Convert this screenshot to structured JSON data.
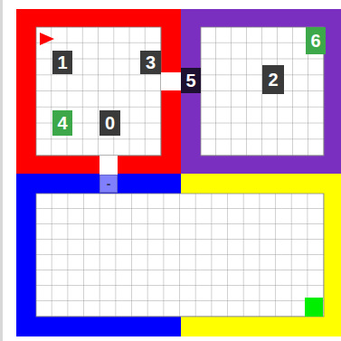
{
  "diagram": {
    "nodes": [
      {
        "text": [
          "6"
        ]
      },
      {
        "text": [
          "1"
        ]
      },
      {
        "text": [
          "3"
        ]
      },
      {
        "text": [
          "2"
        ]
      },
      {
        "text": [
          "5"
        ]
      },
      {
        "text": [
          "4"
        ]
      },
      {
        "text": [
          "0"
        ]
      },
      {
        "text": [
          "-"
        ]
      }
    ]
  }
}
